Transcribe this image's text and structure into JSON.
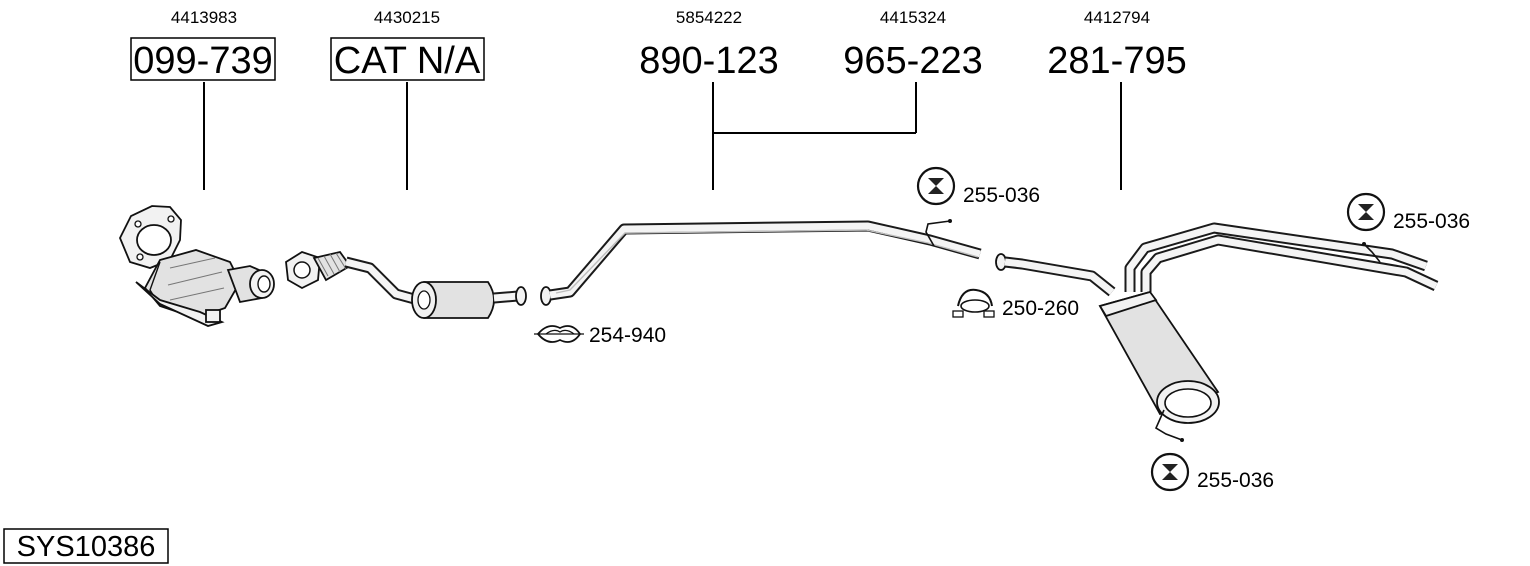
{
  "diagram": {
    "sys_code": "SYS10386",
    "parts": [
      {
        "id": "catalyst",
        "oe_number": "4413983",
        "part_number": "099-739",
        "boxed": true
      },
      {
        "id": "front-pipe",
        "oe_number": "4430215",
        "part_number": "CAT N/A",
        "boxed": true
      },
      {
        "id": "centre-pipe",
        "oe_number": "5854222",
        "part_number": "890-123",
        "boxed": false
      },
      {
        "id": "centre-pipe-alt",
        "oe_number": "4415324",
        "part_number": "965-223",
        "boxed": false
      },
      {
        "id": "rear-silencer",
        "oe_number": "4412794",
        "part_number": "281-795",
        "boxed": false
      }
    ],
    "accessories": [
      {
        "id": "clamp-front",
        "part_number": "254-940"
      },
      {
        "id": "rubber-mount-1",
        "part_number": "255-036"
      },
      {
        "id": "rubber-mount-2",
        "part_number": "255-036"
      },
      {
        "id": "rubber-mount-3",
        "part_number": "255-036"
      },
      {
        "id": "clamp-rear",
        "part_number": "250-260"
      }
    ]
  }
}
